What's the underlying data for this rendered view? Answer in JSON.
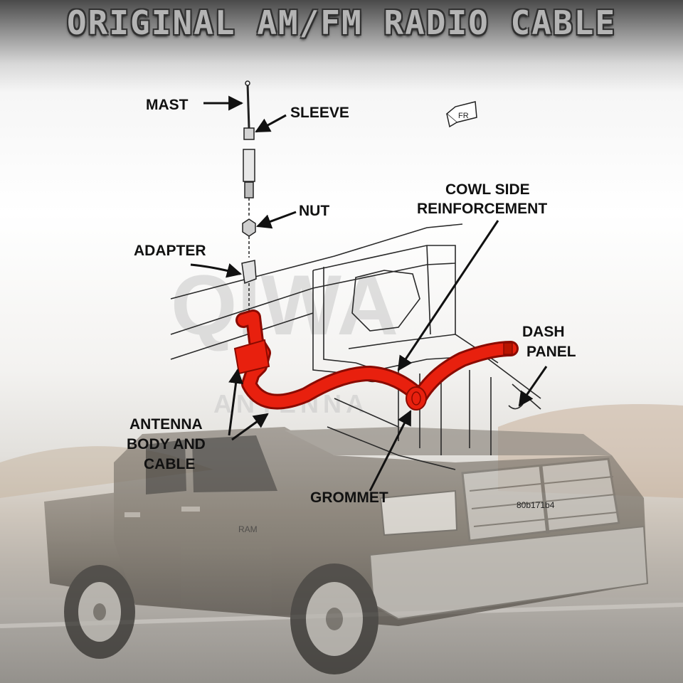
{
  "title": "ORIGINAL AM/FM RADIO CABLE",
  "labels": {
    "mast": "MAST",
    "sleeve": "SLEEVE",
    "nut": "NUT",
    "adapter": "ADAPTER",
    "cowl_line1": "COWL SIDE",
    "cowl_line2": "REINFORCEMENT",
    "dash_line1": "DASH",
    "dash_line2": "PANEL",
    "antenna_line1": "ANTENNA",
    "antenna_line2": "BODY AND",
    "antenna_line3": "CABLE",
    "grommet": "GROMMET"
  },
  "figure_code": "80b171b4",
  "watermark": "QIWA",
  "watermark_sub": "ANTENNA",
  "truck_badge": "RAM",
  "icons": {
    "front_indicator": "arrow-front-icon",
    "antenna": "antenna-icon",
    "truck": "pickup-truck-icon"
  },
  "colors": {
    "cable": "#e8200e",
    "cable_outline": "#8a0a00",
    "truck_body": "#7c756c",
    "background_sky": "#f4f4f4"
  }
}
